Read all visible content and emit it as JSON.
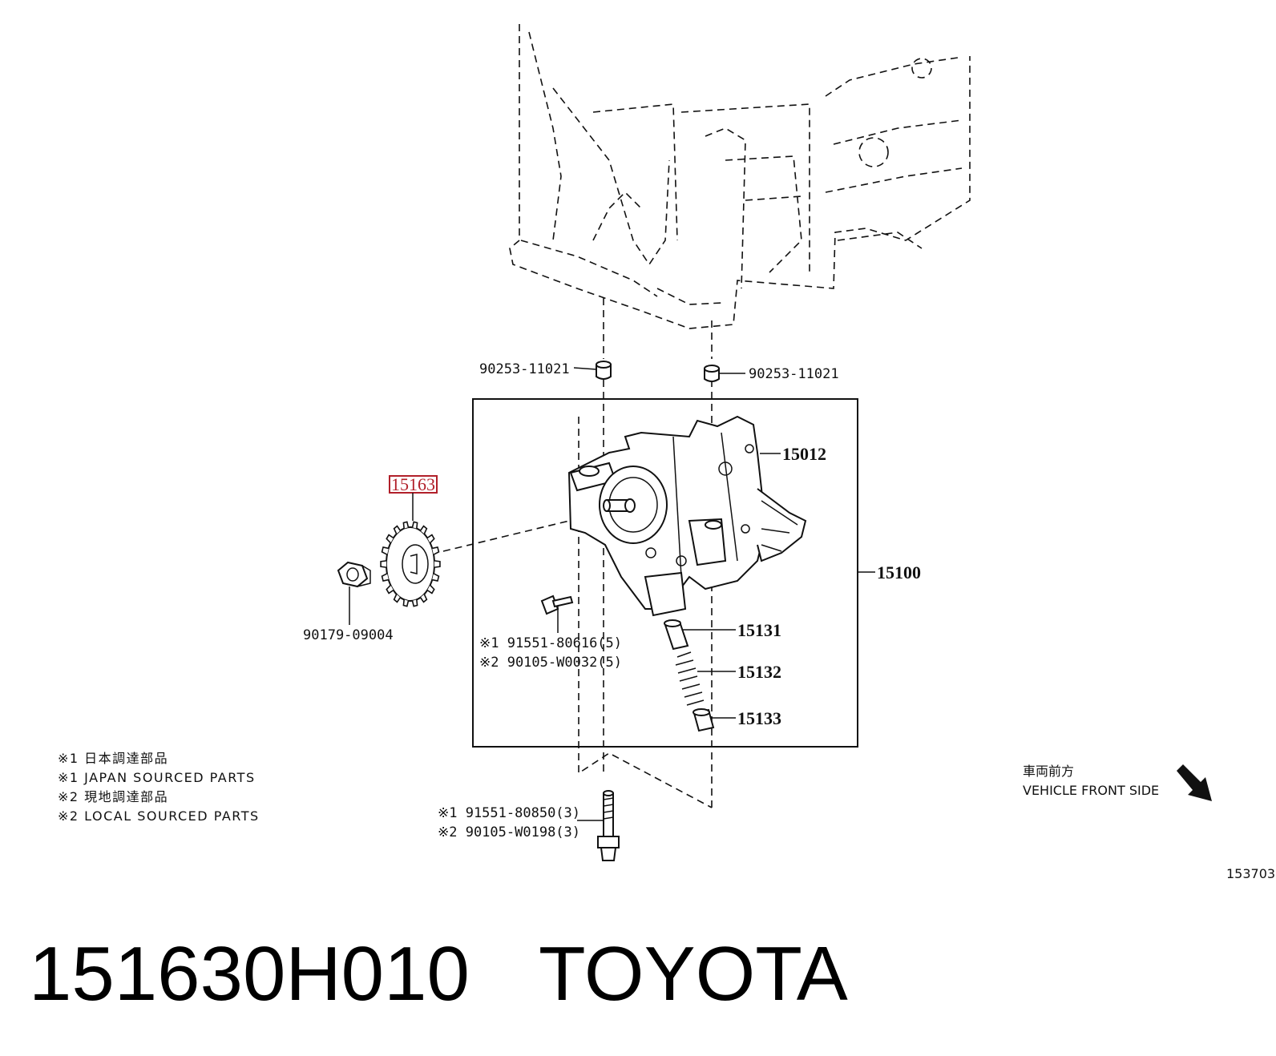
{
  "callouts": {
    "bushing_left": "90253-11021",
    "bushing_right": "90253-11021",
    "sprocket": "15163",
    "nut": "90179-09004",
    "cover": "15012",
    "assembly": "15100",
    "bolt_small_1": "※1 91551-80616(5)",
    "bolt_small_2": "※2 90105-W0032(5)",
    "piston": "15131",
    "spring": "15132",
    "plug": "15133",
    "bolt_long_1": "※1 91551-80850(3)",
    "bolt_long_2": "※2 90105-W0198(3)"
  },
  "notes": [
    "※1 日本調達部品",
    "※1 JAPAN SOURCED PARTS",
    "※2 現地調達部品",
    "※2 LOCAL SOURCED PARTS"
  ],
  "front": {
    "jp": "車両前方",
    "en": "VEHICLE FRONT SIDE"
  },
  "diagram_id": "153703",
  "caption": {
    "part_number": "151630H010",
    "brand": "TOYOTA"
  },
  "colors": {
    "highlight": "#b1202a",
    "ink": "#111111"
  },
  "icons": {
    "front_arrow": "arrow-down-right-icon"
  }
}
